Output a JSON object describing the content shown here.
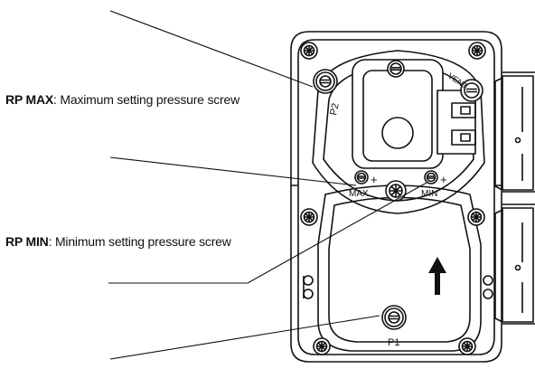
{
  "callouts": {
    "rp_max": {
      "code": "RP MAX",
      "sep": ": ",
      "text": "Maximum setting pressure screw"
    },
    "rp_min": {
      "code": "RP MIN",
      "sep": ": ",
      "text": "Minimum setting pressure screw"
    }
  },
  "labels": {
    "p2": "P2",
    "p1": "P1",
    "vent": "VENT",
    "max": "MAX",
    "min": "MIN",
    "plus": "+"
  },
  "icons": {
    "screw": "cross-screw-icon",
    "flow": "flow-arrow-icon"
  },
  "colors": {
    "line": "#111111",
    "background": "#ffffff"
  }
}
